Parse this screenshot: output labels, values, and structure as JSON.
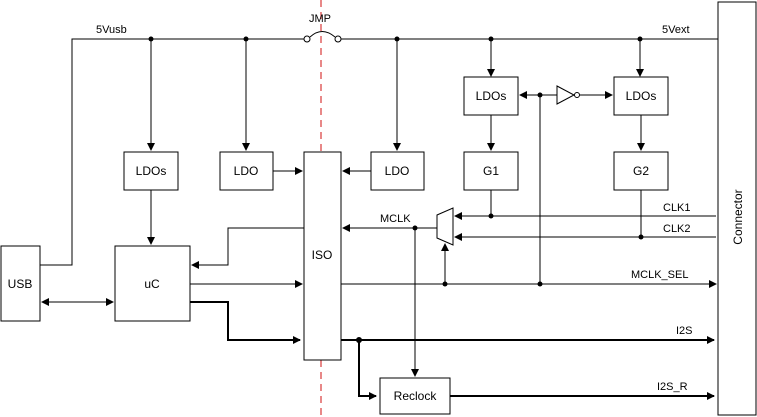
{
  "rails": {
    "usb": "5Vusb",
    "ext": "5Vext",
    "jumper": "JMP"
  },
  "blocks": {
    "usb": "USB",
    "uc": "uC",
    "ldos_left": "LDOs",
    "ldo_mid": "LDO",
    "iso": "ISO",
    "ldo_right": "LDO",
    "ldos_g1": "LDOs",
    "ldos_g2": "LDOs",
    "g1": "G1",
    "g2": "G2",
    "reclock": "Reclock",
    "connector": "Connector"
  },
  "signals": {
    "mclk": "MCLK",
    "clk1": "CLK1",
    "clk2": "CLK2",
    "mclk_sel": "MCLK_SEL",
    "i2s": "I2S",
    "i2s_r": "I2S_R"
  },
  "colors": {
    "isolation_line": "#e06060"
  }
}
